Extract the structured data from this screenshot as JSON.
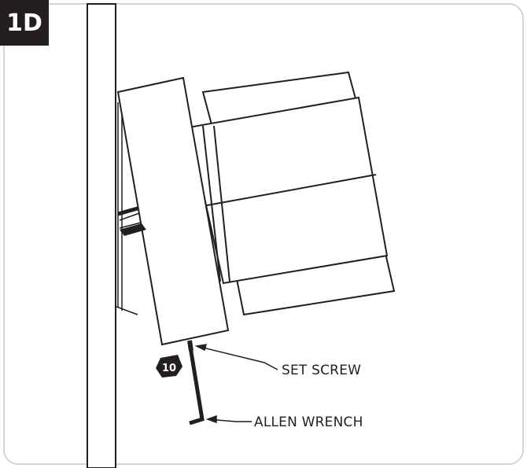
{
  "figure": {
    "step_label": "1D",
    "callouts": {
      "set_screw": "SET SCREW",
      "allen_wrench": "ALLEN WRENCH"
    },
    "part_number": "10"
  },
  "colors": {
    "ink": "#231f20",
    "frame_border": "#bfbfbf",
    "fill": "#ffffff"
  }
}
